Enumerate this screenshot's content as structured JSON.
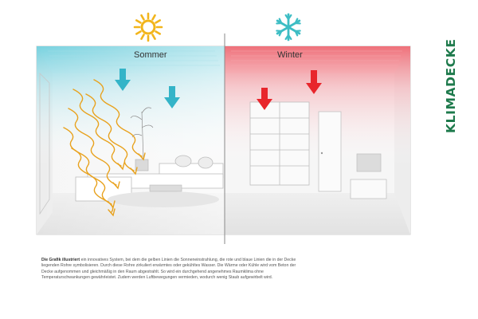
{
  "labels": {
    "summer": "Sommer",
    "winter": "Winter",
    "brand": "KLIMADECKE"
  },
  "caption": {
    "lead": "Die Grafik illustriert",
    "text": " ein innovatives System, bei dem die gelben Linien die Sonneneinstrahlung, die rote und blaue Linien die in der Decke liegenden Rohre symbolisieren. Durch diese Rohre zirkuliert erwärmtes oder gekühltes Wasser. Die Wärme oder Kühle wird vom Beton der Decke aufgenommen und gleichmäßig in den Raum abgestrahlt. So wird ein durchgehend angenehmes Raumklima ohne Temperaturschwankungen gewährleistet. Zudem werden Luftbewegungen vermieden, wodurch wenig Staub aufgewirbelt wird."
  },
  "icons": {
    "summer": "sun-icon",
    "winter": "snowflake-icon"
  },
  "colors": {
    "sun": "#F2B51C",
    "snow": "#3DBDC4",
    "cool_arrow": "#34B4C8",
    "warm_arrow": "#E8262C",
    "sun_rays": "#E8A21E",
    "brand": "#1E7A4C",
    "cool_tint": "#7ED3E0",
    "warm_tint": "#F2868E"
  }
}
